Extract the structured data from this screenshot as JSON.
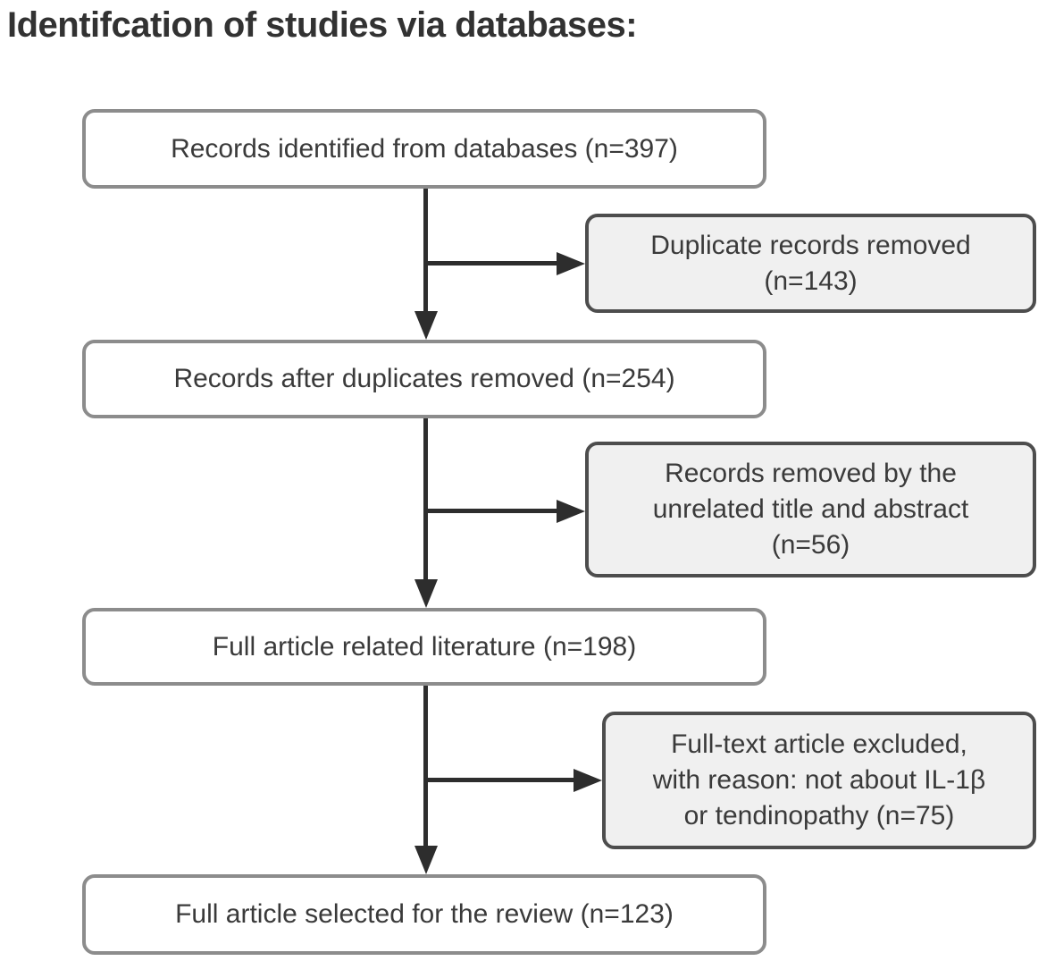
{
  "title": "Identifcation of studies via databases:",
  "main_boxes": [
    {
      "label": "Records identified from databases (n=397)"
    },
    {
      "label": "Records after duplicates removed (n=254)"
    },
    {
      "label": "Full article related literature (n=198)"
    },
    {
      "label": "Full article selected for the review (n=123)"
    }
  ],
  "side_boxes": [
    {
      "label": "Duplicate records removed\n(n=143)"
    },
    {
      "label": "Records removed by the\nunrelated title and abstract\n(n=56)"
    },
    {
      "label": "Full-text article excluded,\nwith reason: not about IL-1β\nor tendinopathy (n=75)"
    }
  ],
  "counts": {
    "identified": 397,
    "duplicates_removed": 143,
    "after_duplicates": 254,
    "unrelated_removed": 56,
    "full_article_related": 198,
    "fulltext_excluded": 75,
    "selected": 123
  },
  "colors": {
    "main_box_border": "#8c8c8c",
    "side_box_border": "#4d4d4d",
    "side_box_fill": "#f0f0f0",
    "arrow": "#2d2d2d",
    "text": "#3a3a3a",
    "title_text": "#323232"
  }
}
